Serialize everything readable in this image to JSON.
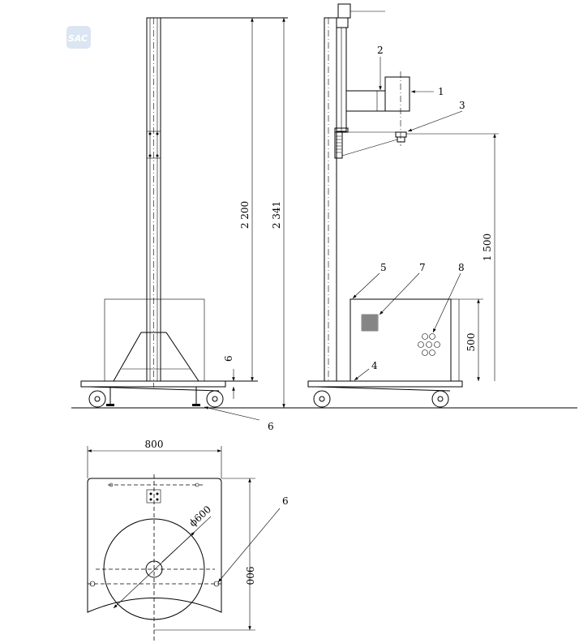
{
  "logo": {
    "text": "SAC"
  },
  "front_view": {
    "dim_height_pole": "2 200",
    "dim_height_total": "2 341",
    "dim_base_gap": "6",
    "label_foot": "6"
  },
  "side_view": {
    "labels": {
      "l1": "1",
      "l2": "2",
      "l3": "3",
      "l4": "4",
      "l5": "5",
      "l7": "7",
      "l8": "8"
    },
    "dim_drop_height": "1 500",
    "dim_box_height": "500"
  },
  "plan_view": {
    "dim_width": "800",
    "dim_depth": "900",
    "dim_diameter": "ϕ600",
    "label_foot": "6"
  }
}
